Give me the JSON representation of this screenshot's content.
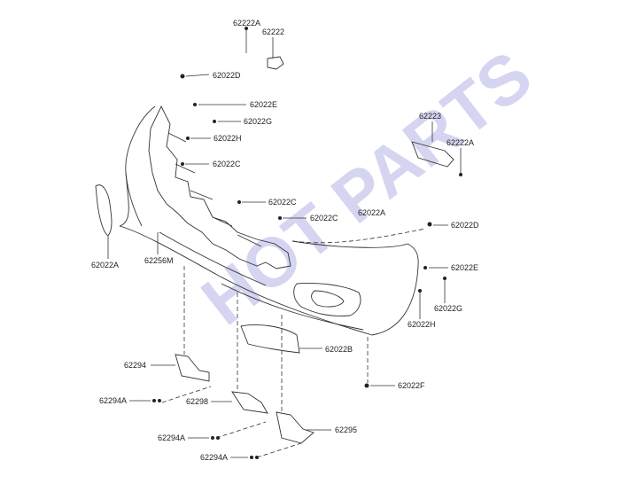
{
  "watermark": "HOT PARTS",
  "callouts": [
    {
      "key": "c62222A_top",
      "text": "62222A"
    },
    {
      "key": "c62222",
      "text": "62222"
    },
    {
      "key": "c62022D_left",
      "text": "62022D"
    },
    {
      "key": "c62022E_left",
      "text": "62022E"
    },
    {
      "key": "c62022G_left",
      "text": "62022G"
    },
    {
      "key": "c62022H_left",
      "text": "62022H"
    },
    {
      "key": "c62022C_1",
      "text": "62022C"
    },
    {
      "key": "c62022C_2",
      "text": "62022C"
    },
    {
      "key": "c62022C_3",
      "text": "62022C"
    },
    {
      "key": "c62223",
      "text": "62223"
    },
    {
      "key": "c62222A_right",
      "text": "62222A"
    },
    {
      "key": "c62022A_mid",
      "text": "62022A"
    },
    {
      "key": "c62022D_right",
      "text": "62022D"
    },
    {
      "key": "c62022E_right",
      "text": "62022E"
    },
    {
      "key": "c62022G_right",
      "text": "62022G"
    },
    {
      "key": "c62022H_right",
      "text": "62022H"
    },
    {
      "key": "c62022A_left",
      "text": "62022A"
    },
    {
      "key": "c62256M",
      "text": "62256M"
    },
    {
      "key": "c62022B",
      "text": "62022B"
    },
    {
      "key": "c62022F",
      "text": "62022F"
    },
    {
      "key": "c62294",
      "text": "62294"
    },
    {
      "key": "c62294A_1",
      "text": "62294A"
    },
    {
      "key": "c62298",
      "text": "62298"
    },
    {
      "key": "c62295",
      "text": "62295"
    },
    {
      "key": "c62294A_2",
      "text": "62294A"
    },
    {
      "key": "c62294A_3",
      "text": "62294A"
    }
  ]
}
